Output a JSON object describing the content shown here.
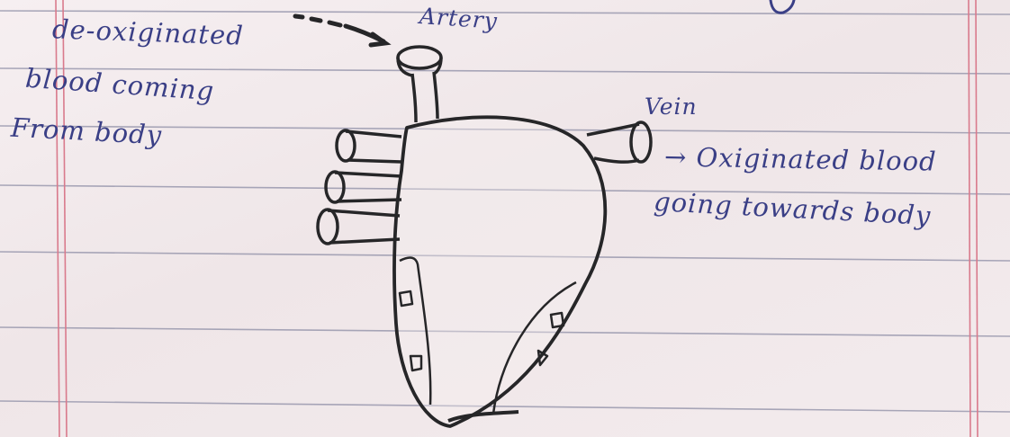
{
  "labels": {
    "deoxygenated_line1": "de-oxiginated",
    "deoxygenated_line2": "blood coming",
    "deoxygenated_line3": "From body",
    "artery": "Artery",
    "vein": "Vein",
    "oxygenated_line1": "→ Oxiginated blood",
    "oxygenated_line2": "going towards body"
  },
  "colors": {
    "ink_blue": "#3a3f86",
    "ink_black": "#262628",
    "ruled_line": "#8e8ea6",
    "margin_line": "#d97a8c",
    "paper": "#f2eaec"
  }
}
